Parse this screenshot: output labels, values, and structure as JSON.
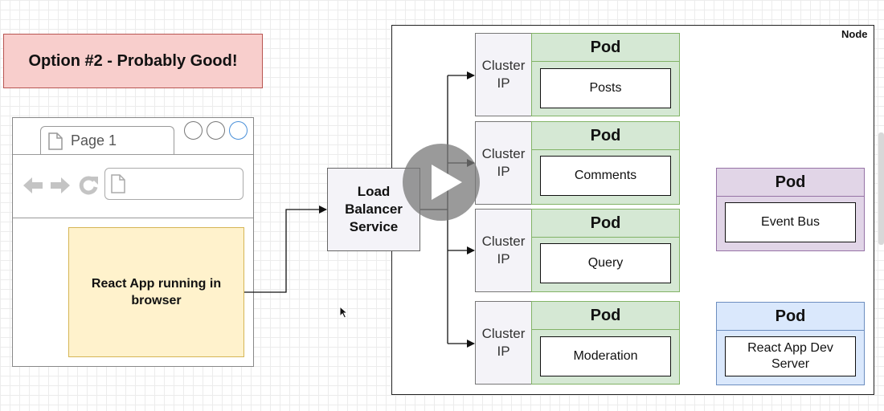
{
  "title": "Option #2 - Probably Good!",
  "browser": {
    "tab_label": "Page 1",
    "react_app": "React App running in browser"
  },
  "load_balancer": "Load Balancer Service",
  "node_label": "Node",
  "cluster_ip_label": "Cluster IP",
  "pod_label": "Pod",
  "pods": [
    {
      "service": "Posts"
    },
    {
      "service": "Comments"
    },
    {
      "service": "Query"
    },
    {
      "service": "Moderation"
    }
  ],
  "side_pods": [
    {
      "service": "Event Bus",
      "color": "#e1d5e7"
    },
    {
      "service": "React App Dev Server",
      "color": "#dae8fc"
    }
  ]
}
